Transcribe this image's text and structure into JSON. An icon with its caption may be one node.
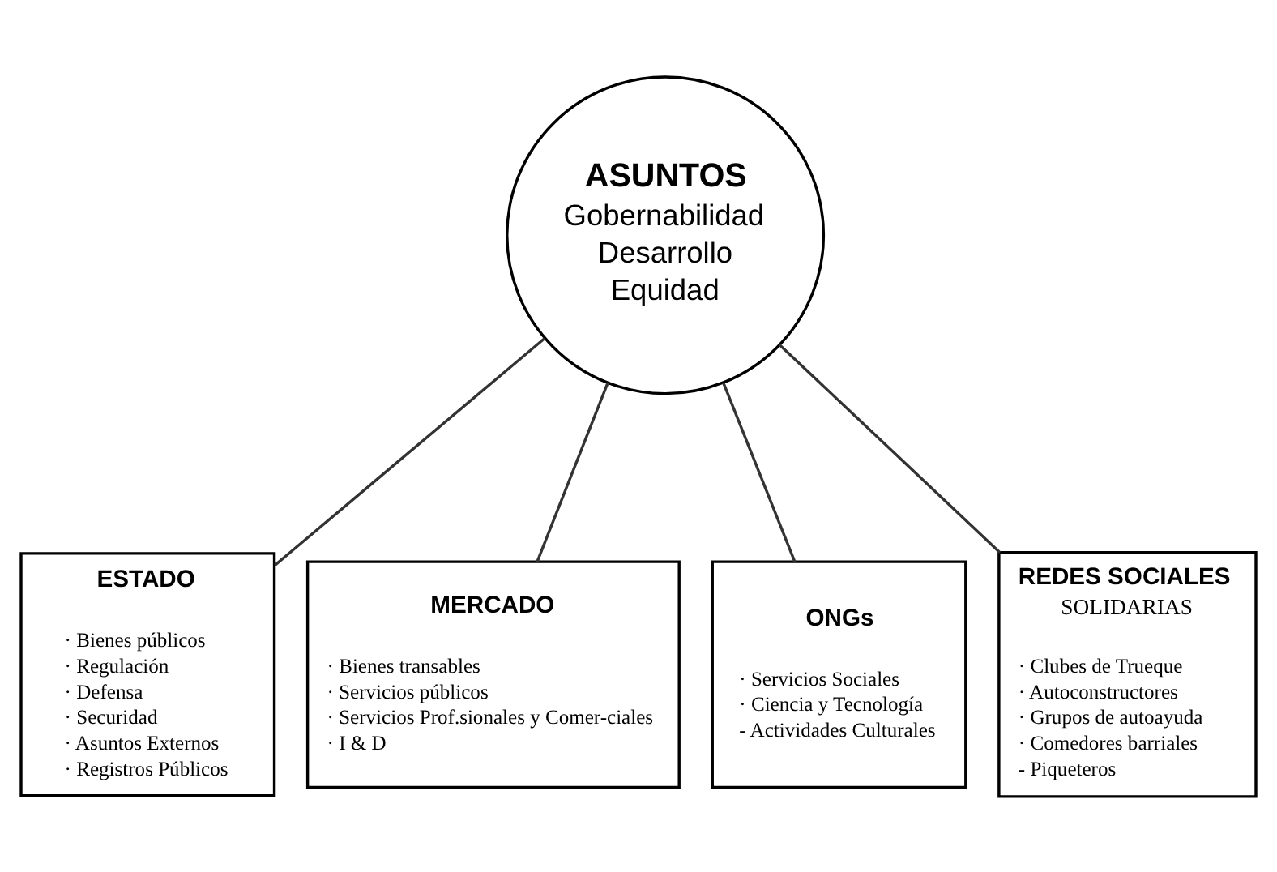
{
  "diagram": {
    "nodes": [
      {
        "text": [
          "ASUNTOS",
          "Gobernabilidad",
          "Desarrollo",
          "Equidad"
        ]
      },
      {
        "text": [
          "ESTADO",
          "· Bienes públicos",
          "· Regulación",
          "· Defensa",
          "· Securidad",
          "· Asuntos Externos",
          "· Registros Públicos"
        ]
      },
      {
        "text": [
          "MERCADO",
          "· Bienes transables",
          "· Servicios públicos",
          "· Servicios Prof.sionales y Comer-ciales",
          "· I & D"
        ]
      },
      {
        "text": [
          "ONGs",
          "· Servicios Sociales",
          "· Ciencia y Tecnología",
          "- Actividades Culturales"
        ]
      },
      {
        "text": [
          "REDES SOCIALES",
          "SOLIDARIAS",
          "· Clubes de Trueque",
          "· Autoconstructores",
          "· Grupos de autoayuda",
          "· Comedores barriales",
          "- Piqueteros"
        ]
      }
    ],
    "edges": [
      {
        "from": 0,
        "to": 1,
        "arrow": "none"
      },
      {
        "from": 0,
        "to": 2,
        "arrow": "none"
      },
      {
        "from": 0,
        "to": 3,
        "arrow": "none"
      },
      {
        "from": 0,
        "to": 4,
        "arrow": "none"
      }
    ]
  }
}
